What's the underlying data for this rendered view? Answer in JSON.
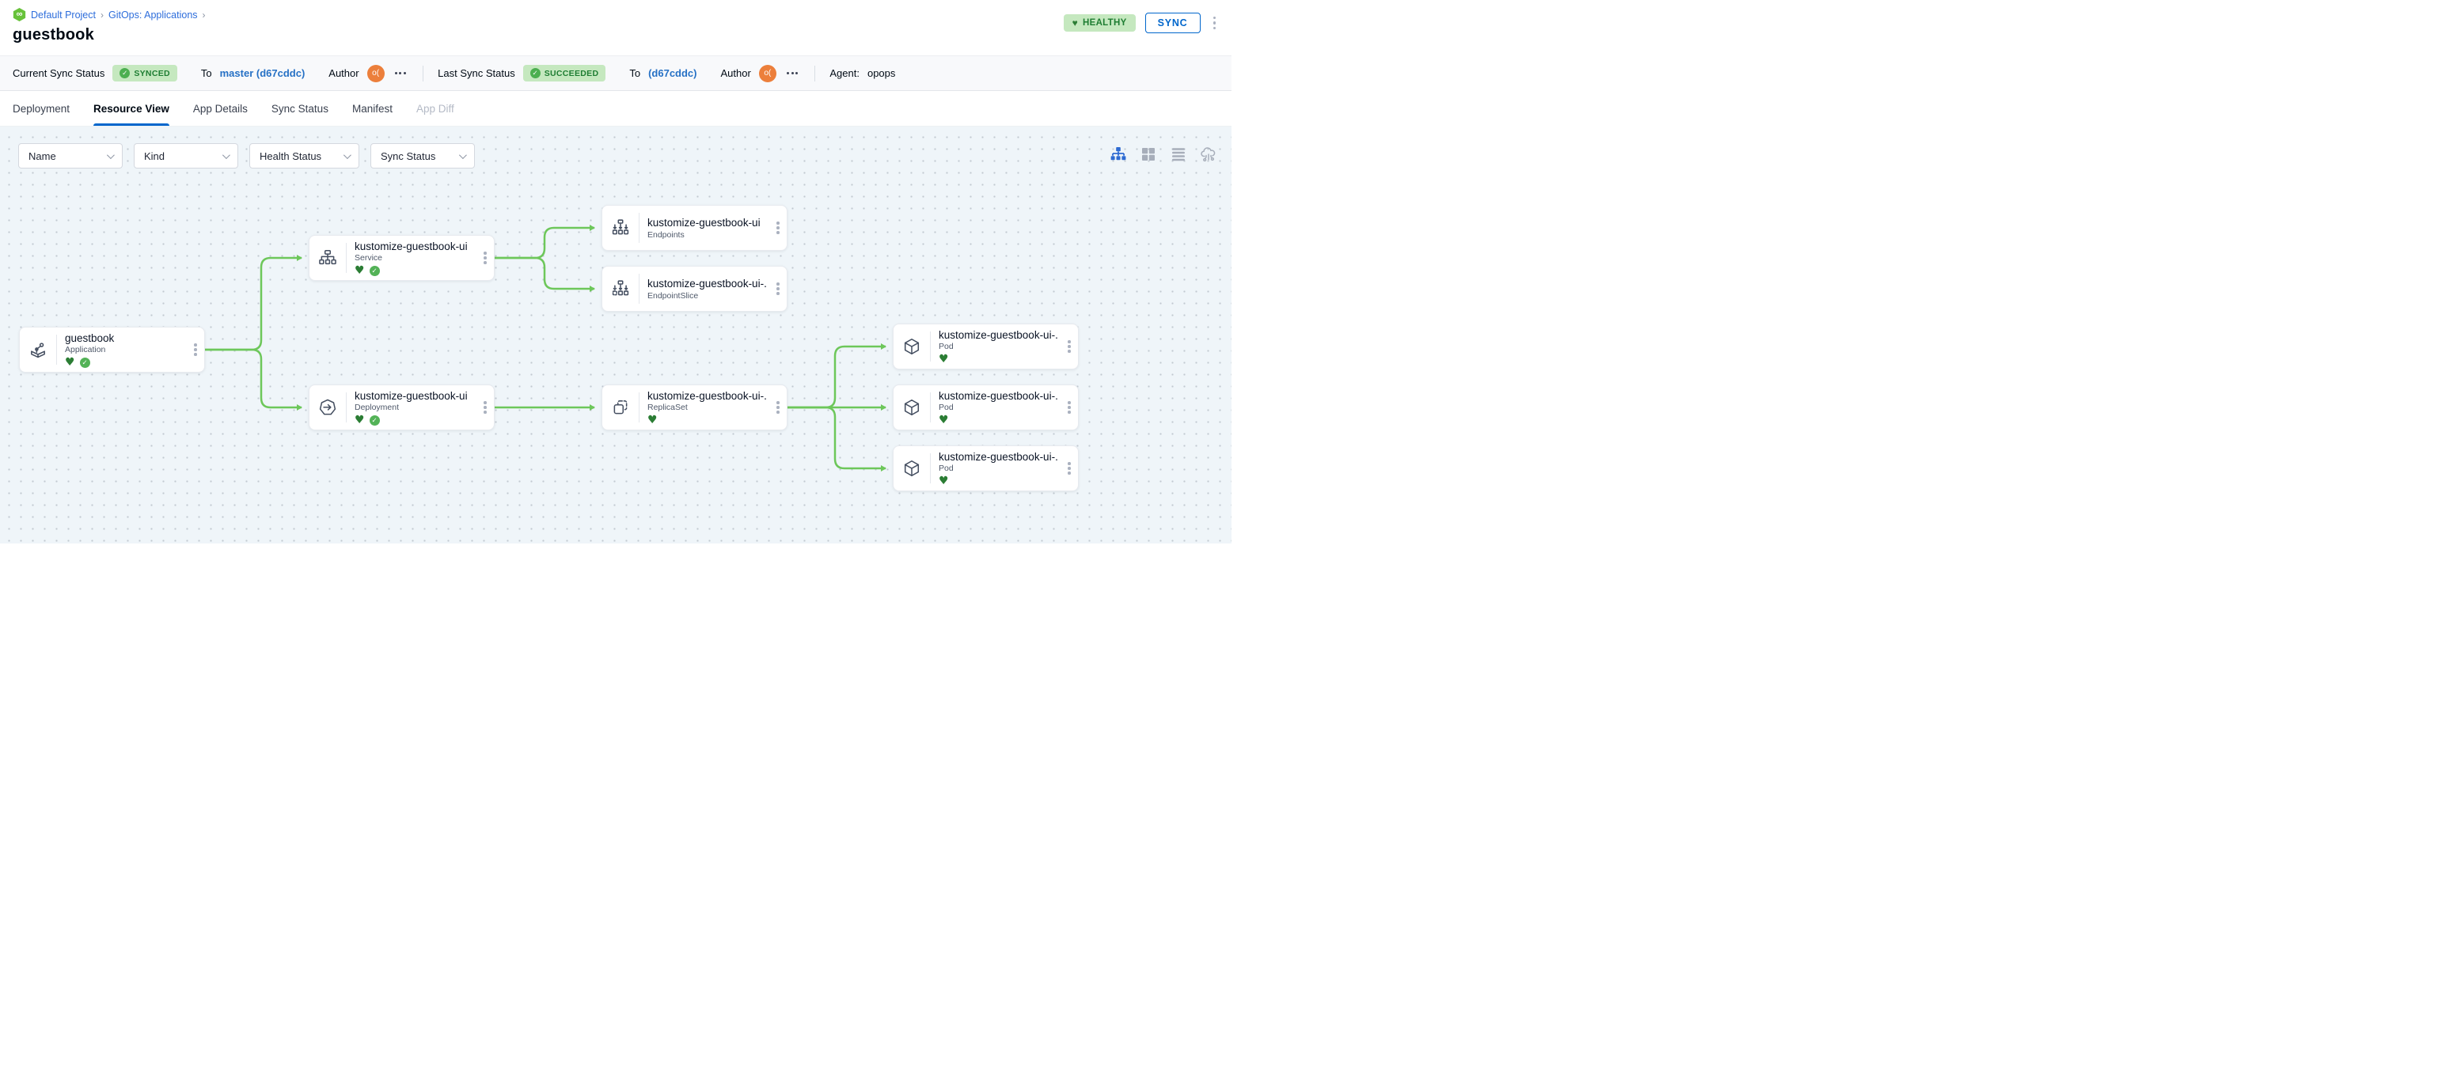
{
  "colors": {
    "accent_blue": "#0066cc",
    "link_blue": "#2d6ddb",
    "commit_blue": "#2671c5",
    "success_bg": "#c5e8bf",
    "success_text": "#1e7d32",
    "edge_green": "#6dc75a",
    "avatar_orange": "#ec7f3b",
    "canvas_bg": "#eff5f9"
  },
  "icons": {
    "infinity_glyph": "∞",
    "heart_glyph": "♥",
    "check_glyph": "✓"
  },
  "breadcrumb": {
    "project": "Default Project",
    "section": "GitOps: Applications",
    "separator": "›"
  },
  "page_title": "guestbook",
  "header": {
    "health_status": "HEALTHY",
    "sync_label": "SYNC"
  },
  "status_bar": {
    "current_label": "Current Sync Status",
    "current_badge": "SYNCED",
    "current_to_label": "To",
    "current_commit": "master (d67cddc)",
    "current_author_label": "Author",
    "current_avatar": "o(",
    "last_label": "Last Sync Status",
    "last_badge": "SUCCEEDED",
    "last_to_label": "To",
    "last_commit": "(d67cddc)",
    "last_author_label": "Author",
    "last_avatar": "o(",
    "agent_label": "Agent:",
    "agent_value": "opops"
  },
  "tabs": [
    {
      "label": "Deployment",
      "state": "normal"
    },
    {
      "label": "Resource View",
      "state": "active"
    },
    {
      "label": "App Details",
      "state": "normal"
    },
    {
      "label": "Sync Status",
      "state": "normal"
    },
    {
      "label": "Manifest",
      "state": "normal"
    },
    {
      "label": "App Diff",
      "state": "disabled"
    }
  ],
  "filters": {
    "name": "Name",
    "kind": "Kind",
    "health": "Health Status",
    "sync": "Sync Status"
  },
  "view_toggles": [
    "tree-view",
    "grid-view",
    "list-view",
    "cloud-resources-view"
  ],
  "nodes": [
    {
      "title": "guestbook",
      "kind": "Application",
      "status": [
        "healthy",
        "synced"
      ]
    },
    {
      "title": "kustomize-guestbook-ui",
      "kind": "Service",
      "status": [
        "healthy",
        "synced"
      ]
    },
    {
      "title": "kustomize-guestbook-ui",
      "kind": "Endpoints",
      "status": []
    },
    {
      "title": "kustomize-guestbook-ui-...",
      "kind": "EndpointSlice",
      "status": []
    },
    {
      "title": "kustomize-guestbook-ui",
      "kind": "Deployment",
      "status": [
        "healthy",
        "synced"
      ]
    },
    {
      "title": "kustomize-guestbook-ui-...",
      "kind": "ReplicaSet",
      "status": [
        "healthy"
      ]
    },
    {
      "title": "kustomize-guestbook-ui-...",
      "kind": "Pod",
      "status": [
        "healthy"
      ]
    },
    {
      "title": "kustomize-guestbook-ui-...",
      "kind": "Pod",
      "status": [
        "healthy"
      ]
    },
    {
      "title": "kustomize-guestbook-ui-...",
      "kind": "Pod",
      "status": [
        "healthy"
      ]
    }
  ]
}
